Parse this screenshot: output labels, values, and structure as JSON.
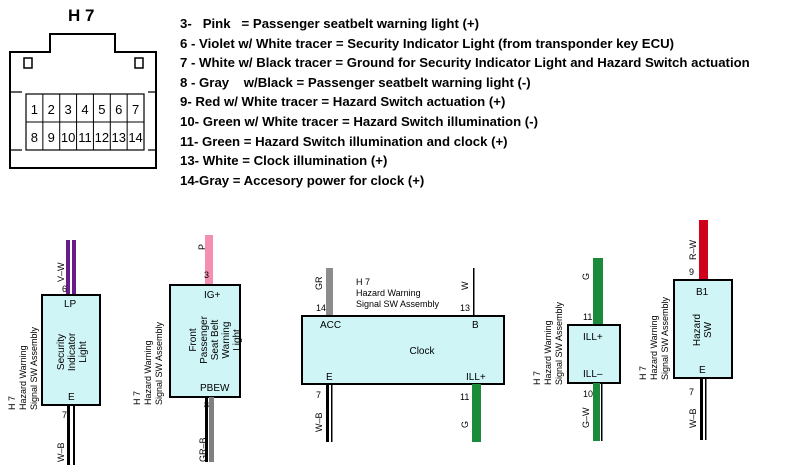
{
  "connector": {
    "title": "H 7",
    "row1": [
      "1",
      "2",
      "3",
      "4",
      "5",
      "6",
      "7"
    ],
    "row2": [
      "8",
      "9",
      "10",
      "11",
      "12",
      "13",
      "14"
    ]
  },
  "legend": [
    "3-   Pink   = Passenger seatbelt warning light (+)",
    "6 - Violet w/ White tracer = Security Indicator Light (from transponder key ECU)",
    "7 - White w/ Black tracer = Ground for Security Indicator Light and Hazard Switch actuation",
    "8 - Gray    w/Black = Passenger seatbelt warning light (-)",
    "9- Red w/ White tracer = Hazard Switch actuation (+)",
    "10- Green w/ White tracer = Hazard Switch illumination (-)",
    "11- Green = Hazard Switch illumination and clock (+)",
    "13- White = Clock illumination (+)",
    "14-Gray = Accesory power for clock (+)"
  ],
  "diagrams": {
    "security": {
      "side1": "H 7",
      "side2": "Hazard Warning",
      "side3": "Signal SW Assembly",
      "box_label": [
        "Security",
        "Indicator",
        "Light"
      ],
      "pin_top_label": "LP",
      "pin_bottom_label": "E",
      "top_wire": "V–W",
      "top_pin": "6",
      "bottom_pin": "7",
      "bottom_wire": "W–B",
      "colors": {
        "top": "#6a1b8a",
        "bottom": "#000000"
      }
    },
    "seatbelt": {
      "side1": "H 7",
      "side2": "Hazard Warning",
      "side3": "Signal SW Assembly",
      "box_label": [
        "Front",
        "Passenger",
        "Seat Belt",
        "Warning",
        "Light"
      ],
      "pin_top_label": "IG+",
      "pin_bottom_label": "PBEW",
      "top_wire": "P",
      "top_pin": "3",
      "bottom_pin": "8",
      "bottom_wire": "GR–B",
      "colors": {
        "top": "#f48fb1",
        "bottom": "#808080"
      }
    },
    "clock": {
      "header1": "H 7",
      "header2": "Hazard Warning",
      "header3": "Signal SW Assembly",
      "box_label": "Clock",
      "acc_label": "ACC",
      "b_label": "B",
      "e_label": "E",
      "ill_label": "ILL+",
      "acc_wire": "GR",
      "acc_pin": "14",
      "b_wire": "W",
      "b_pin": "13",
      "e_pin": "7",
      "e_wire": "W–B",
      "ill_pin": "11",
      "ill_wire": "G",
      "colors": {
        "gray": "#8c8c8c",
        "green": "#1b8a3a"
      }
    },
    "illum": {
      "side1": "H 7",
      "side2": "Hazard Warning",
      "side3": "Signal SW Assembly",
      "ill_plus": "ILL+",
      "ill_minus": "ILL–",
      "top_wire": "G",
      "top_pin": "11",
      "bottom_pin": "10",
      "bottom_wire": "G–W",
      "colors": {
        "green": "#1b8a3a"
      }
    },
    "hazard": {
      "side1": "H 7",
      "side2": "Hazard Warning",
      "side3": "Signal SW Assembly",
      "box_label": [
        "Hazard",
        "SW"
      ],
      "b1_label": "B1",
      "e_label": "E",
      "top_wire": "R–W",
      "top_pin": "9",
      "bottom_pin": "7",
      "bottom_wire": "W–B",
      "colors": {
        "red": "#d0021b"
      }
    }
  },
  "box_fill": "#cff5f7"
}
